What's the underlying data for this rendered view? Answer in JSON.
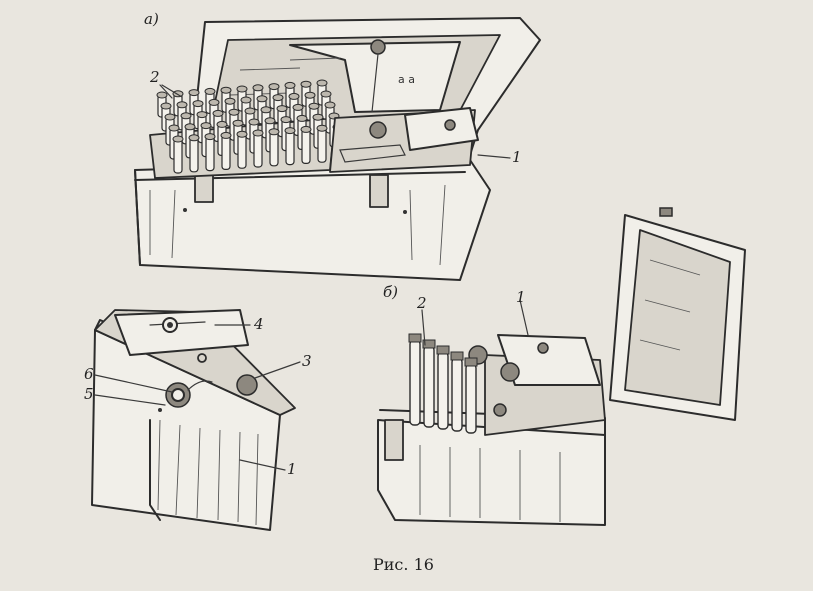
{
  "caption": "Рис. 16",
  "views": {
    "a": {
      "letter": "а)"
    },
    "b": {
      "letter": "б)"
    }
  },
  "callouts": {
    "a_tubes": "2",
    "a_device": "1",
    "c_lid": "4",
    "c_knob": "3",
    "c_cap": "6",
    "c_socket": "5",
    "c_body": "1",
    "b_tubes": "2",
    "b_device": "1"
  },
  "colors": {
    "paper": "#e9e6df",
    "ink": "#2c2c2c"
  }
}
